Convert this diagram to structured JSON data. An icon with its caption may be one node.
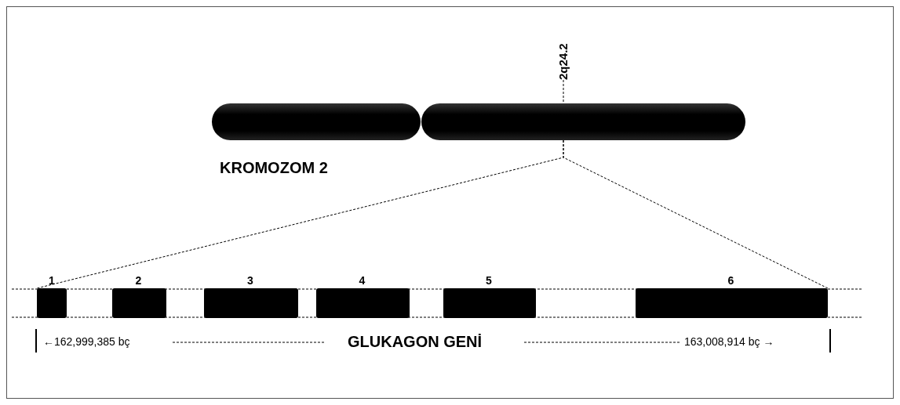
{
  "diagram": {
    "nodes": [
      {
        "text": [
          "2q24.2"
        ]
      },
      {
        "text": [],
        "shape": "bar"
      },
      {
        "text": [],
        "shape": "bar"
      },
      {
        "text": [
          "1"
        ]
      },
      {
        "text": [
          "2"
        ]
      },
      {
        "text": [
          "3"
        ]
      },
      {
        "text": [
          "4"
        ]
      },
      {
        "text": [
          "5"
        ]
      },
      {
        "text": [
          "6"
        ]
      }
    ],
    "edges": [
      {
        "from": 0,
        "to": 2,
        "arrow": "none",
        "style": "dashed"
      },
      {
        "from": 2,
        "to": 3,
        "arrow": "none",
        "style": "dashed"
      },
      {
        "from": 2,
        "to": 8,
        "arrow": "none",
        "style": "dashed"
      }
    ],
    "labels": [
      "KROMOZOM 2",
      "←162,999,385 bç",
      "GLUKAGON GENİ",
      "163,008,914 bç →"
    ]
  }
}
